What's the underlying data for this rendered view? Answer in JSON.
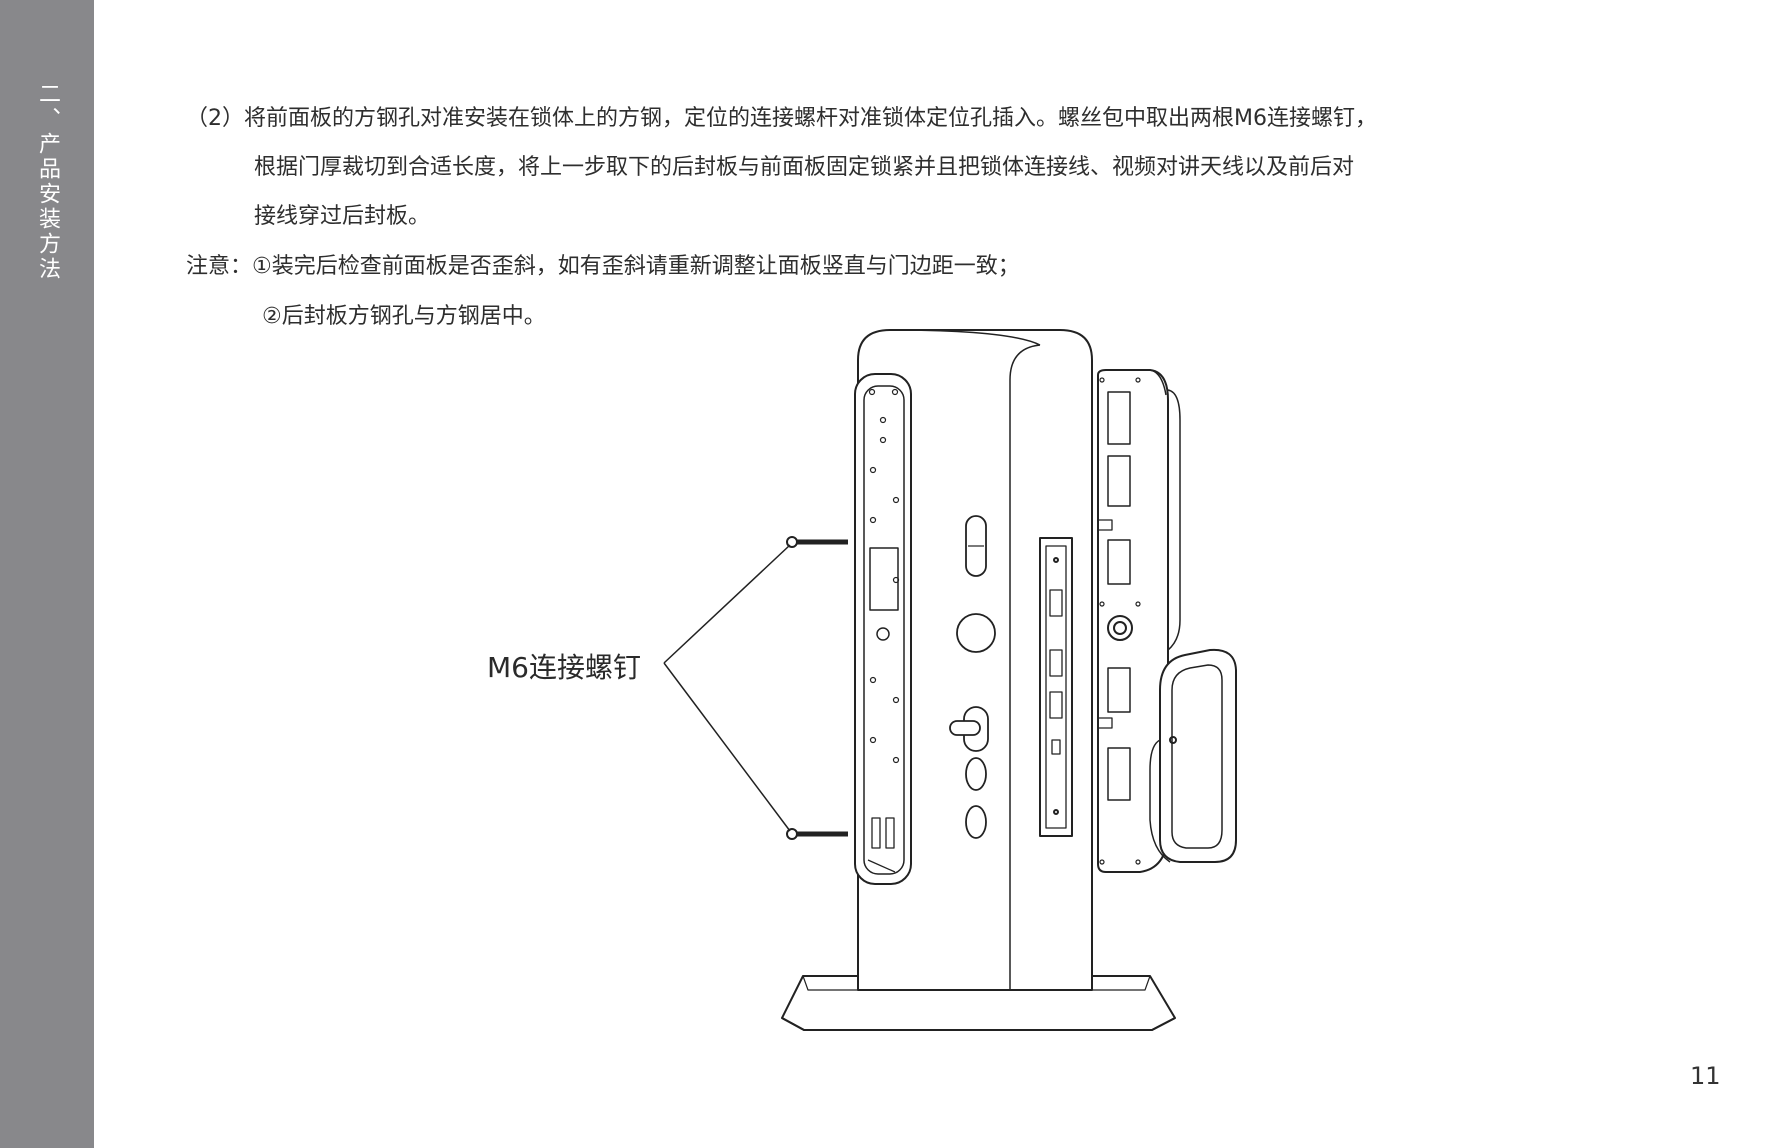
{
  "sidebar": {
    "section_title": "二、产品安装方法"
  },
  "content": {
    "step_line1": "（2）将前面板的方钢孔对准安装在锁体上的方钢，定位的连接螺杆对准锁体定位孔插入。螺丝包中取出两根M6连接螺钉，",
    "step_line2": "根据门厚裁切到合适长度，将上一步取下的后封板与前面板固定锁紧并且把锁体连接线、视频对讲天线以及前后对",
    "step_line3": "接线穿过后封板。",
    "note_line1": "注意：①装完后检查前面板是否歪斜，如有歪斜请重新调整让面板竖直与门边距一致；",
    "note_line2": "②后封板方钢孔与方钢居中。"
  },
  "figure": {
    "callout_label": "M6连接螺钉"
  },
  "page_number": "11",
  "colors": {
    "sidebar": "#88888b",
    "line_art": "#222222"
  }
}
